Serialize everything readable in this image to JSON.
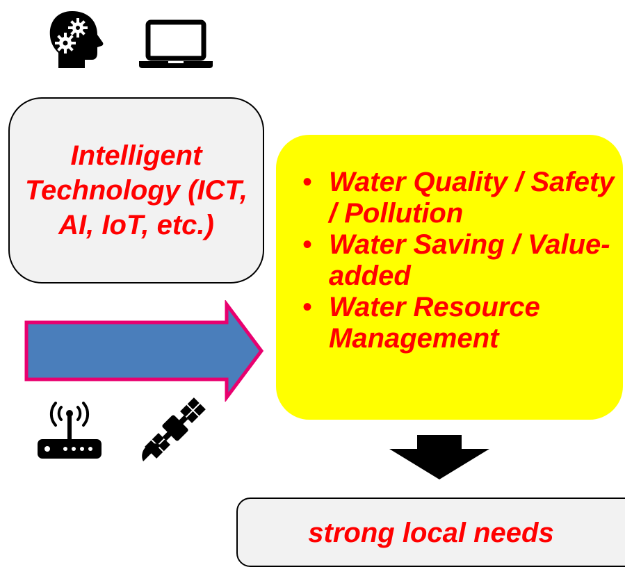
{
  "tech_box": {
    "text": "Intelligent Technology (ICT, AI, IoT, etc.)"
  },
  "needs_box": {
    "items": [
      "Water Quality / Safety / Pollution",
      "Water Saving / Value-added",
      "Water Resource Management"
    ]
  },
  "outcome_box": {
    "text": "strong local needs"
  },
  "icons": [
    "head-gears-icon",
    "laptop-icon",
    "wifi-router-icon",
    "satellite-icon",
    "right-arrow-icon",
    "down-arrow-icon"
  ],
  "colors": {
    "text_red": "#ff0000",
    "highlight_yellow": "#ffff00",
    "arrow_fill": "#4a7ebb",
    "arrow_border": "#e8006f",
    "box_gray": "#f2f2f2"
  }
}
